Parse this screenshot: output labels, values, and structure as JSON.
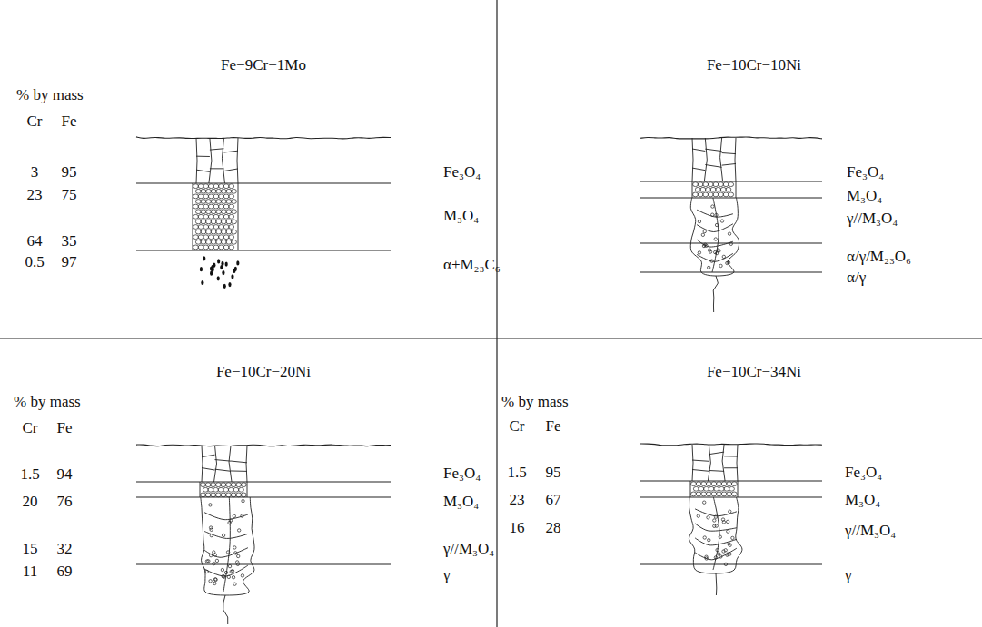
{
  "diagram": {
    "labels": [
      "Fe−9Cr−1Mo",
      "% by mass",
      "Cr",
      "Fe",
      "3",
      "95",
      "Fe₃O₄",
      "23",
      "75",
      "M₃O₄",
      "64",
      "35",
      "0.5",
      "97",
      "α+M₂₃C₆",
      "Fe−10Cr−10Ni",
      "Fe₃O₄",
      "M₃O₄",
      "γ//M₃O₄",
      "α/γ/M₂₃O₆",
      "α/γ",
      "Fe−10Cr−20Ni",
      "% by mass",
      "Cr",
      "Fe",
      "1.5",
      "94",
      "Fe₃O₄",
      "20",
      "76",
      "M₃O₄",
      "15",
      "32",
      "γ//M₃O₄",
      "11",
      "69",
      "γ",
      "Fe−10Cr−34Ni",
      "% by mass",
      "Cr",
      "Fe",
      "1.5",
      "95",
      "Fe₃O₄",
      "23",
      "67",
      "M₃O₄",
      "16",
      "28",
      "γ//M₃O₄",
      "γ"
    ]
  }
}
